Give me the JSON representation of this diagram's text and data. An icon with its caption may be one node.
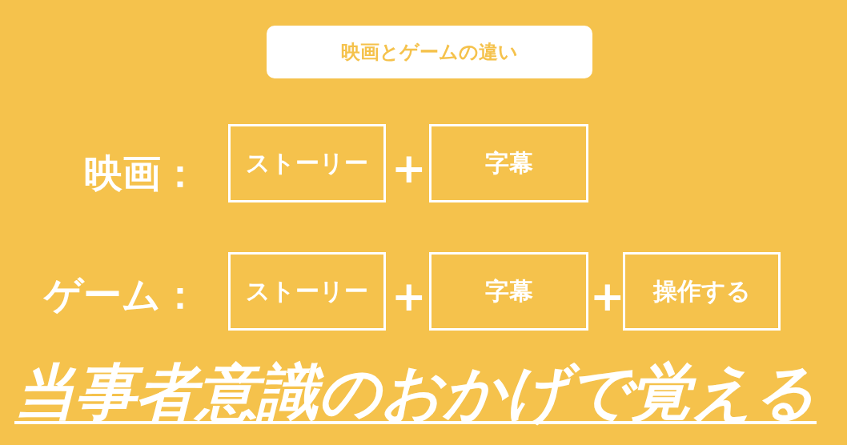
{
  "diagram": {
    "caption": "当事者意識のおかげで覚える",
    "nodes": [
      {
        "text": [
          "映画とゲームの違い"
        ]
      },
      {
        "text": [
          "ストーリー"
        ]
      },
      {
        "text": [
          "字幕"
        ]
      },
      {
        "text": [
          "ストーリー"
        ]
      },
      {
        "text": [
          "字幕"
        ]
      },
      {
        "text": [
          "操作する"
        ]
      }
    ],
    "edges": [],
    "labels": [
      "映画：",
      "+",
      "ゲーム：",
      "+",
      "+"
    ]
  }
}
